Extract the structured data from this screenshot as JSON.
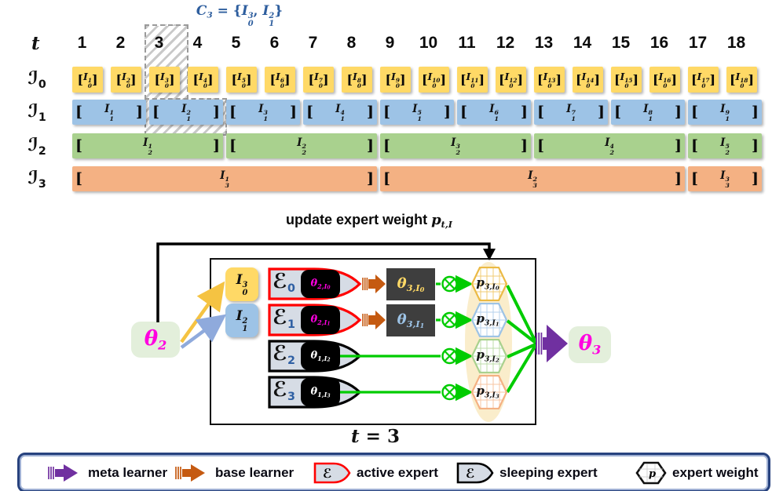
{
  "colors": {
    "yellow": "#FFD966",
    "blue": "#9DC3E6",
    "green": "#A9D18E",
    "orange": "#F4B183",
    "theta_bg": "#E3EFDB",
    "dark_box": "#3E3E3E",
    "expert_body": "#D6DCE5",
    "active": "#FF0000",
    "sleeping": "#000000",
    "green_line": "#00CC00",
    "brown": "#C55A11",
    "purple": "#7030A0",
    "magenta": "#FF00E0",
    "caption_blue": "#2E5E9E",
    "ellipse": "#FAEDCB",
    "legend_border": "#27427E",
    "hex_yellow": "#EBBA45",
    "hex_blue": "#9DC3E6",
    "hex_green": "#A9D18E",
    "hex_orange": "#F4B183"
  },
  "timeline": {
    "caption_tokens": [
      {
        "t": "C"
      },
      {
        "t": "3",
        "cls": "mlow"
      },
      {
        "t": " = {",
        "cls": "rm"
      },
      {
        "t": "I",
        "sup": "3",
        "sub": "0"
      },
      {
        "t": ", ",
        "cls": "rm"
      },
      {
        "t": "I",
        "sup": "2",
        "sub": "1"
      },
      {
        "t": "}",
        "cls": "rm"
      }
    ],
    "t_label_tokens": [
      {
        "t": "t"
      }
    ],
    "columns": [
      "1",
      "2",
      "3",
      "4",
      "5",
      "6",
      "7",
      "8",
      "9",
      "10",
      "11",
      "12",
      "13",
      "14",
      "15",
      "16",
      "17",
      "18"
    ],
    "highlight_column": "3",
    "bracket_open": "[",
    "bracket_close": "]",
    "rows": [
      {
        "id": "I0",
        "symbol": "I",
        "sub": "0",
        "color": "#FFD966",
        "label_tokens": [
          {
            "t": "ℐ",
            "cls": "scrU"
          },
          {
            "t": "0",
            "cls": "mlow scrsub"
          }
        ],
        "cells": [
          {
            "span": 1,
            "sup": "1"
          },
          {
            "span": 1,
            "sup": "2"
          },
          {
            "span": 1,
            "sup": "3"
          },
          {
            "span": 1,
            "sup": "4"
          },
          {
            "span": 1,
            "sup": "5"
          },
          {
            "span": 1,
            "sup": "6"
          },
          {
            "span": 1,
            "sup": "7"
          },
          {
            "span": 1,
            "sup": "8"
          },
          {
            "span": 1,
            "sup": "9"
          },
          {
            "span": 1,
            "sup": "10"
          },
          {
            "span": 1,
            "sup": "11"
          },
          {
            "span": 1,
            "sup": "12"
          },
          {
            "span": 1,
            "sup": "13"
          },
          {
            "span": 1,
            "sup": "14"
          },
          {
            "span": 1,
            "sup": "15"
          },
          {
            "span": 1,
            "sup": "16"
          },
          {
            "span": 1,
            "sup": "17"
          },
          {
            "span": 1,
            "sup": "18"
          }
        ]
      },
      {
        "id": "I1",
        "symbol": "I",
        "sub": "1",
        "color": "#9DC3E6",
        "label_tokens": [
          {
            "t": "ℐ",
            "cls": "scrU"
          },
          {
            "t": "1",
            "cls": "mlow scrsub"
          }
        ],
        "cells": [
          {
            "span": 2,
            "sup": "1"
          },
          {
            "span": 2,
            "sup": "2"
          },
          {
            "span": 2,
            "sup": "3"
          },
          {
            "span": 2,
            "sup": "4"
          },
          {
            "span": 2,
            "sup": "5"
          },
          {
            "span": 2,
            "sup": "6"
          },
          {
            "span": 2,
            "sup": "7"
          },
          {
            "span": 2,
            "sup": "8"
          },
          {
            "span": 2,
            "sup": "9"
          }
        ]
      },
      {
        "id": "I2",
        "symbol": "I",
        "sub": "2",
        "color": "#A9D18E",
        "label_tokens": [
          {
            "t": "ℐ",
            "cls": "scrU"
          },
          {
            "t": "2",
            "cls": "mlow scrsub"
          }
        ],
        "cells": [
          {
            "span": 4,
            "sup": "1"
          },
          {
            "span": 4,
            "sup": "2"
          },
          {
            "span": 4,
            "sup": "3"
          },
          {
            "span": 4,
            "sup": "4"
          },
          {
            "span": 2,
            "sup": "5"
          }
        ]
      },
      {
        "id": "I3",
        "symbol": "I",
        "sub": "3",
        "color": "#F4B183",
        "label_tokens": [
          {
            "t": "ℐ",
            "cls": "scrU"
          },
          {
            "t": "3",
            "cls": "mlow scrsub"
          }
        ],
        "cells": [
          {
            "span": 8,
            "sup": "1"
          },
          {
            "span": 8,
            "sup": "2"
          },
          {
            "span": 2,
            "sup": "3"
          }
        ]
      }
    ]
  },
  "diagram": {
    "update_label_text": "update expert weight ",
    "update_label_math": [
      {
        "t": "p"
      },
      {
        "t": "t,I",
        "cls": "mlow"
      }
    ],
    "theta2_tokens": [
      {
        "t": "θ"
      },
      {
        "t": "2",
        "cls": "mlow"
      }
    ],
    "theta3_tokens": [
      {
        "t": "θ"
      },
      {
        "t": "3",
        "cls": "mlow"
      }
    ],
    "t_eq_tokens": [
      {
        "t": "t"
      },
      {
        "t": " = 3",
        "cls": "rm"
      }
    ],
    "inputs": [
      {
        "id": "I03",
        "color": "#FFD966",
        "tokens": [
          {
            "t": "I",
            "sup": "3",
            "sub": "0"
          }
        ]
      },
      {
        "id": "I12",
        "color": "#9DC3E6",
        "tokens": [
          {
            "t": "I",
            "sup": "2",
            "sub": "1"
          }
        ]
      }
    ],
    "experts": [
      {
        "name_tokens": [
          {
            "t": "ℰ",
            "cls": "scrU"
          },
          {
            "t": "0",
            "cls": "mlow scrsub esub"
          }
        ],
        "state": "active",
        "theta_tokens": [
          {
            "t": "θ"
          },
          {
            "t": "2,I",
            "cls": "mlow"
          },
          {
            "t": "0",
            "cls": "mlow2"
          }
        ],
        "theta_color": "#FF00E0"
      },
      {
        "name_tokens": [
          {
            "t": "ℰ",
            "cls": "scrU"
          },
          {
            "t": "1",
            "cls": "mlow scrsub esub"
          }
        ],
        "state": "active",
        "theta_tokens": [
          {
            "t": "θ"
          },
          {
            "t": "2,I",
            "cls": "mlow"
          },
          {
            "t": "1",
            "cls": "mlow2"
          }
        ],
        "theta_color": "#FF00E0"
      },
      {
        "name_tokens": [
          {
            "t": "ℰ",
            "cls": "scrU"
          },
          {
            "t": "2",
            "cls": "mlow scrsub esub"
          }
        ],
        "state": "sleeping",
        "theta_tokens": [
          {
            "t": "θ"
          },
          {
            "t": "1,I",
            "cls": "mlow"
          },
          {
            "t": "2",
            "cls": "mlow2"
          }
        ],
        "theta_color": "#FFFFFF"
      },
      {
        "name_tokens": [
          {
            "t": "ℰ",
            "cls": "scrU"
          },
          {
            "t": "3",
            "cls": "mlow scrsub esub"
          }
        ],
        "state": "sleeping",
        "theta_tokens": [
          {
            "t": "θ"
          },
          {
            "t": "1,I",
            "cls": "mlow"
          },
          {
            "t": "3",
            "cls": "mlow2"
          }
        ],
        "theta_color": "#FFFFFF"
      }
    ],
    "outputs": [
      {
        "tokens": [
          {
            "t": "θ"
          },
          {
            "t": "3,I",
            "cls": "mlow"
          },
          {
            "t": "0",
            "cls": "mlow2"
          }
        ],
        "text_color": "#FFD966"
      },
      {
        "tokens": [
          {
            "t": "θ"
          },
          {
            "t": "3,I",
            "cls": "mlow"
          },
          {
            "t": "1",
            "cls": "mlow2"
          }
        ],
        "text_color": "#9DC3E6"
      }
    ],
    "weights": [
      {
        "tokens": [
          {
            "t": "p"
          },
          {
            "t": "3,I",
            "cls": "mlow"
          },
          {
            "t": "0",
            "cls": "mlow2"
          }
        ],
        "color": "#EBBA45"
      },
      {
        "tokens": [
          {
            "t": "p"
          },
          {
            "t": "3,I",
            "cls": "mlow"
          },
          {
            "t": "1",
            "cls": "mlow2"
          }
        ],
        "color": "#9DC3E6"
      },
      {
        "tokens": [
          {
            "t": "p"
          },
          {
            "t": "3,I",
            "cls": "mlow"
          },
          {
            "t": "2",
            "cls": "mlow2"
          }
        ],
        "color": "#A9D18E"
      },
      {
        "tokens": [
          {
            "t": "p"
          },
          {
            "t": "3,I",
            "cls": "mlow"
          },
          {
            "t": "3",
            "cls": "mlow2"
          }
        ],
        "color": "#F4B183"
      }
    ]
  },
  "legend": {
    "items": [
      {
        "icon": "meta-learner-arrow",
        "label": "meta learner"
      },
      {
        "icon": "base-learner-arrow",
        "label": "base learner"
      },
      {
        "icon": "active-expert-shape",
        "label": "active expert"
      },
      {
        "icon": "sleeping-expert-shape",
        "label": "sleeping expert"
      },
      {
        "icon": "expert-weight-hexagon",
        "label": "expert weight"
      }
    ]
  }
}
